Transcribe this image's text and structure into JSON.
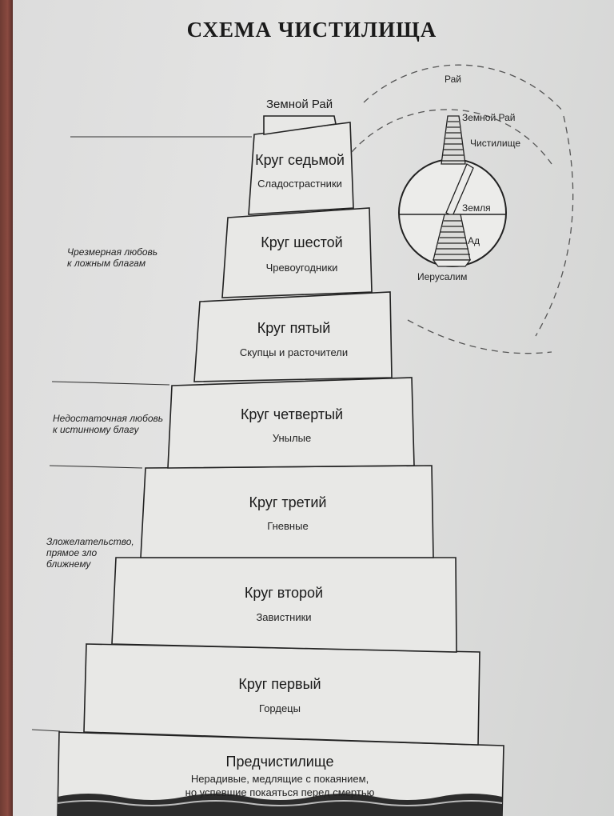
{
  "title": "СХЕМА ЧИСТИЛИЩА",
  "summit": "Земной Рай",
  "circles": [
    {
      "name": "Круг седьмой",
      "sinners": "Сладострастники"
    },
    {
      "name": "Круг шестой",
      "sinners": "Чревоугодники"
    },
    {
      "name": "Круг пятый",
      "sinners": "Скупцы и расточители"
    },
    {
      "name": "Круг четвертый",
      "sinners": "Унылые"
    },
    {
      "name": "Круг третий",
      "sinners": "Гневные"
    },
    {
      "name": "Круг второй",
      "sinners": "Завистники"
    },
    {
      "name": "Круг первый",
      "sinners": "Гордецы"
    }
  ],
  "ante": {
    "name": "Предчистилище",
    "line1": "Нерадивые, медлящие с покаянием,",
    "line2": "но успевшие покаяться перед смертью"
  },
  "side_notes": [
    {
      "line1": "Чрезмерная любовь",
      "line2": "к ложным благам"
    },
    {
      "line1": "Недостаточная любовь",
      "line2": "к истинному благу"
    },
    {
      "line1": "Зложелательство,",
      "line2": "прямое зло",
      "line3": "ближнему"
    }
  ],
  "cosmos": {
    "paradise": "Рай",
    "earthly_paradise": "Земной Рай",
    "purgatory": "Чистилище",
    "earth": "Земля",
    "hell": "Ад",
    "jerusalem": "Иерусалим"
  }
}
